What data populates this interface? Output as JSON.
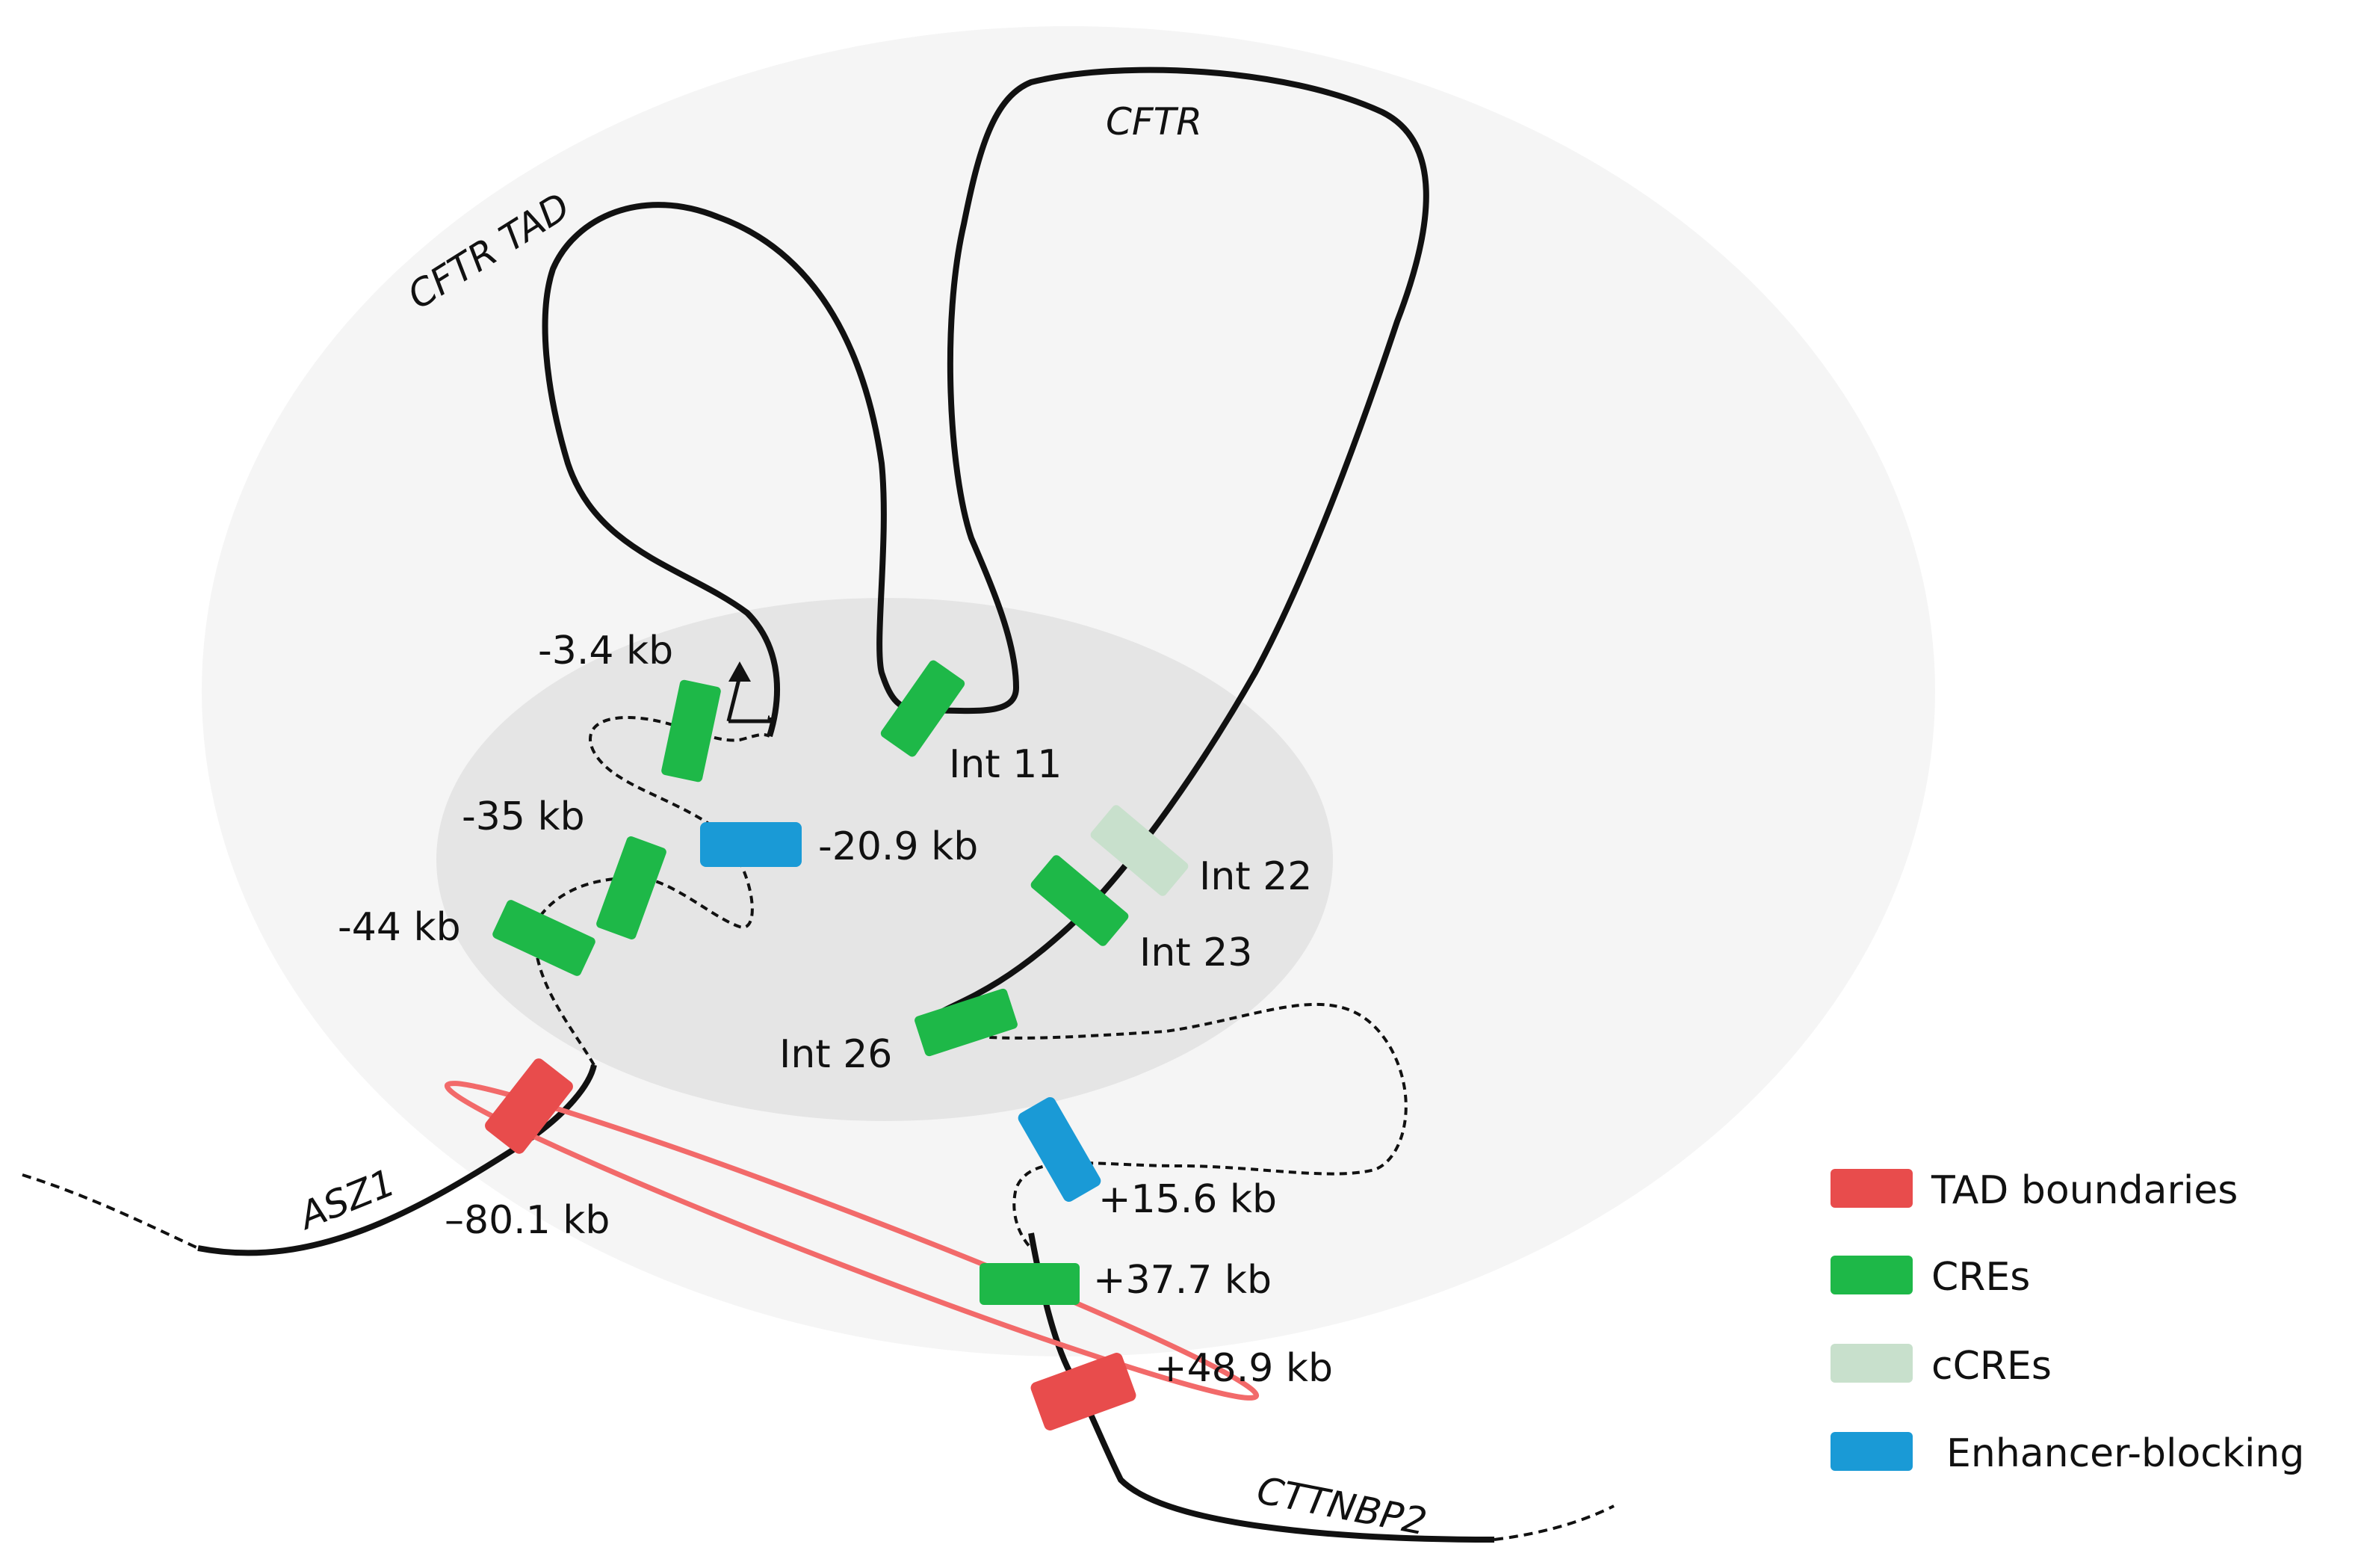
{
  "labels": {
    "tad": "CFTR TAD",
    "cftr_gene": "CFTR",
    "asz1_gene": "ASZ1",
    "cttnbp2_gene": "CTTNBP2",
    "m3_4": "-3.4 kb",
    "m35": "-35 kb",
    "m44": "-44 kb",
    "m20_9": "-20.9 kb",
    "m80_1": "–80.1 kb",
    "int11": "Int 11",
    "int22": "Int 22",
    "int23": "Int 23",
    "int26": "Int 26",
    "p15_6": "+15.6 kb",
    "p37_7": "+37.7 kb",
    "p48_9": "+48.9 kb"
  },
  "legend": {
    "tad_boundaries": "TAD boundaries",
    "cres": "CREs",
    "ccres": "cCREs",
    "enhancer_blocking": "Enhancer-blocking"
  },
  "colors": {
    "tad_boundary": "#e84c4c",
    "cre": "#1eb848",
    "ccre": "#c8e0cc",
    "enhancer_blocking": "#1a9ad6",
    "outer_ellipse": "#f5f5f5",
    "inner_ellipse": "#e6e6e6",
    "link_ellipse": "#f26a6a"
  }
}
